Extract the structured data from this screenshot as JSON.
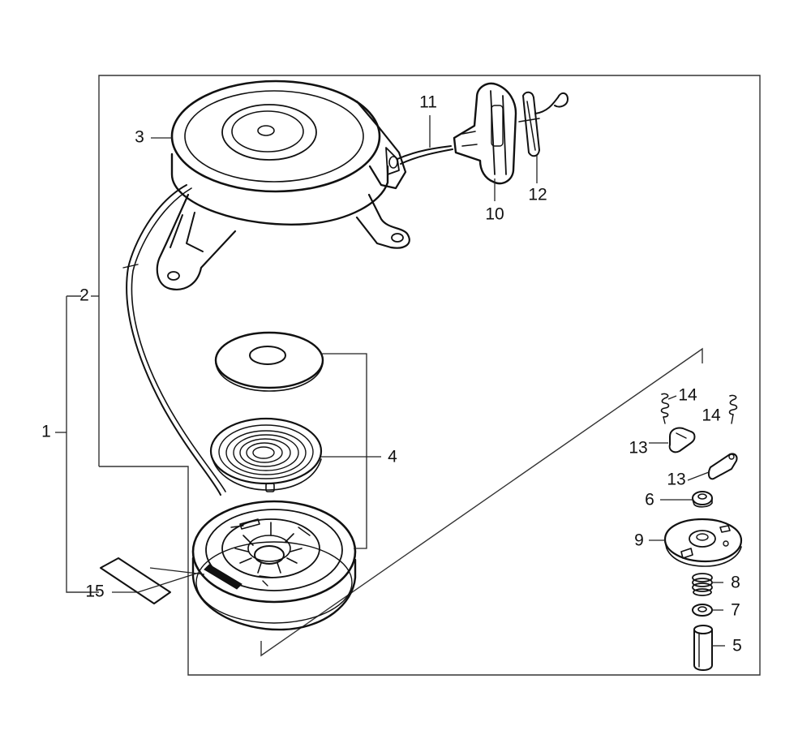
{
  "diagram": {
    "callouts": {
      "c1": "1",
      "c2": "2",
      "c3": "3",
      "c4": "4",
      "c5": "5",
      "c6": "6",
      "c7": "7",
      "c8": "8",
      "c9": "9",
      "c10": "10",
      "c11": "11",
      "c12": "12",
      "c13a": "13",
      "c13b": "13",
      "c14a": "14",
      "c14b": "14",
      "c15": "15"
    },
    "colors": {
      "ink": "#111111",
      "background": "#ffffff"
    }
  }
}
